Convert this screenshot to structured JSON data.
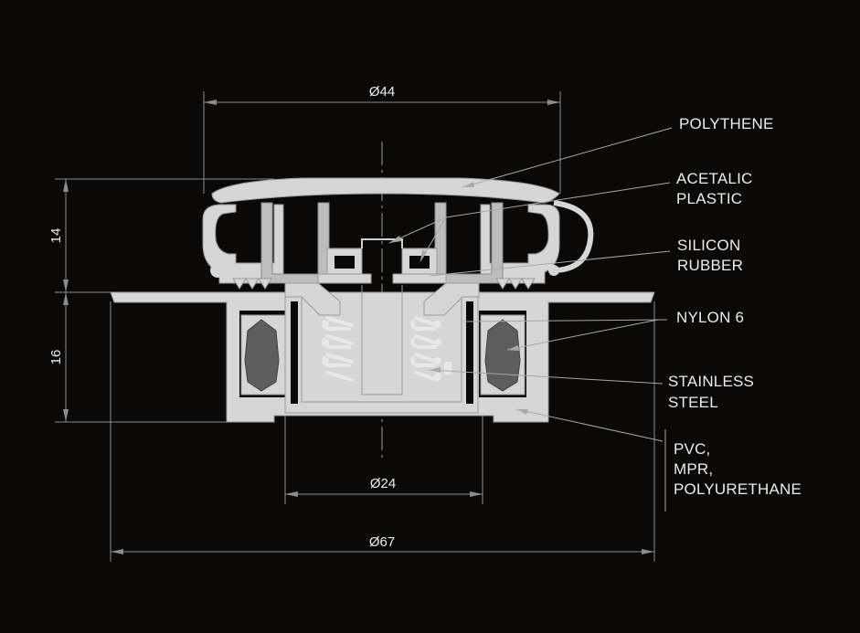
{
  "dimensions": {
    "top_diameter": "Ø44",
    "bottom_inner_diameter": "Ø24",
    "overall_diameter": "Ø67",
    "upper_height": "14",
    "lower_height": "16"
  },
  "labels": {
    "polythene": "POLYTHENE",
    "acetalic_1": "ACETALIC",
    "acetalic_2": "PLASTIC",
    "silicon_1": "SILICON",
    "silicon_2": "RUBBER",
    "nylon": "NYLON 6",
    "stainless_1": "STAINLESS",
    "stainless_2": "STEEL",
    "pvc_1": "PVC,",
    "pvc_2": "MPR,",
    "pvc_3": "POLYURETHANE"
  },
  "colors": {
    "background": "#0a0908",
    "part_light": "#d6d6d6",
    "part_dark": "#5e5e5e",
    "line": "#8c8c8c",
    "text": "#ececec"
  }
}
